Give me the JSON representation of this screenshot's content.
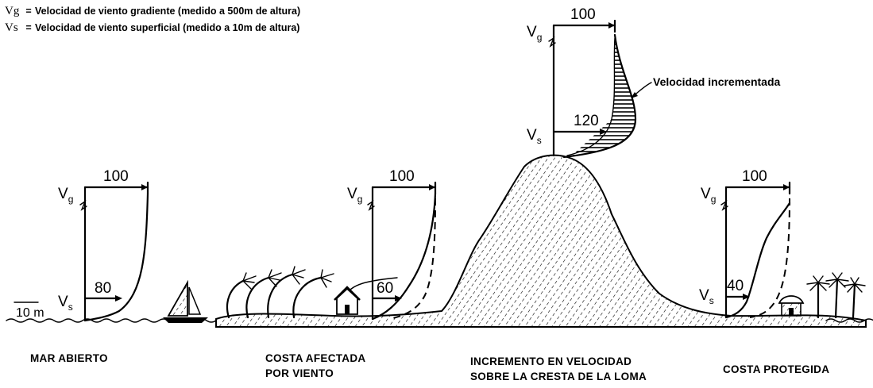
{
  "legend": {
    "vg_symbol": "Vg",
    "vg_text": "Velocidad de viento gradiente (medido a 500m de altura)",
    "vs_symbol": "Vs",
    "vs_text": "Velocidad de viento superficial (medido a 10m de altura)",
    "separator": "="
  },
  "height_marker": "10 m",
  "profiles": {
    "open_sea": {
      "vg_label": "V",
      "vg_sub": "g",
      "vg_value": "100",
      "vs_label": "V",
      "vs_sub": "s",
      "vs_value": "80"
    },
    "exposed_coast": {
      "vg_label": "V",
      "vg_sub": "g",
      "vg_value": "100",
      "vs_value": "60"
    },
    "ridge": {
      "vg_label": "V",
      "vg_sub": "g",
      "vg_value": "100",
      "vs_label": "V",
      "vs_sub": "s",
      "vs_value": "120",
      "annotation": "Velocidad incrementada"
    },
    "protected_coast": {
      "vg_label": "V",
      "vg_sub": "g",
      "vg_value": "100",
      "vs_label": "V",
      "vs_sub": "s",
      "vs_value": "40"
    }
  },
  "captions": {
    "open_sea": "MAR ABIERTO",
    "exposed_coast_line1": "COSTA AFECTADA",
    "exposed_coast_line2": "POR VIENTO",
    "ridge_line1": "INCREMENTO EN VELOCIDAD",
    "ridge_line2": "SOBRE LA CRESTA DE LA LOMA",
    "protected_coast": "COSTA PROTEGIDA"
  }
}
